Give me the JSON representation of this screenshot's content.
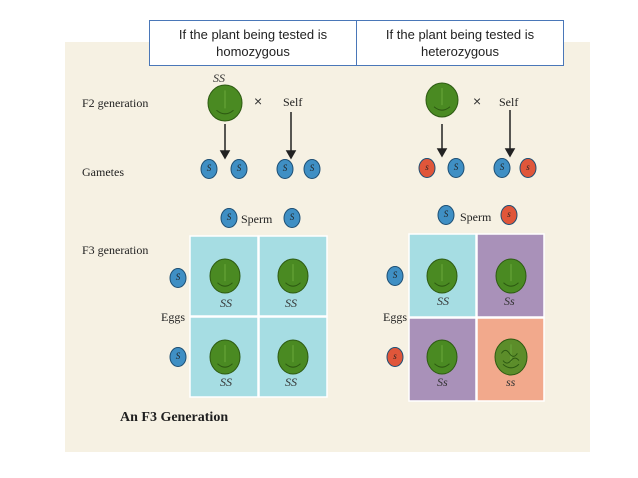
{
  "headers": {
    "homozygous": "If the plant being tested is homozygous",
    "heterozygous": "If the plant being tested is heterozygous"
  },
  "row_labels": {
    "f2": "F2 generation",
    "gametes": "Gametes",
    "f3": "F3 generation",
    "eggs": "Eggs"
  },
  "symbols": {
    "cross": "×",
    "self": "Self",
    "sperm": "Sperm"
  },
  "caption": "An F3 Generation",
  "left": {
    "parent_genotype": "SS",
    "gametes": [
      "S",
      "S",
      "S",
      "S"
    ],
    "sperm": [
      "S",
      "S"
    ],
    "eggs": [
      "S",
      "S"
    ],
    "offspring": [
      "SS",
      "SS",
      "SS",
      "SS"
    ]
  },
  "right": {
    "gametes": [
      "s",
      "S",
      "S",
      "s"
    ],
    "sperm": [
      "S",
      "s"
    ],
    "eggs": [
      "S",
      "s"
    ],
    "offspring": [
      "SS",
      "Ss",
      "Ss",
      "ss"
    ]
  },
  "colors": {
    "dominant": "#3f8fc4",
    "recessive": "#e0563a",
    "pea": "#4a8a22",
    "cell_blue": "#a6dde3",
    "cell_purple": "#a991b9",
    "cell_orange": "#f2a98c",
    "background_panel": "#f6f1e3"
  }
}
